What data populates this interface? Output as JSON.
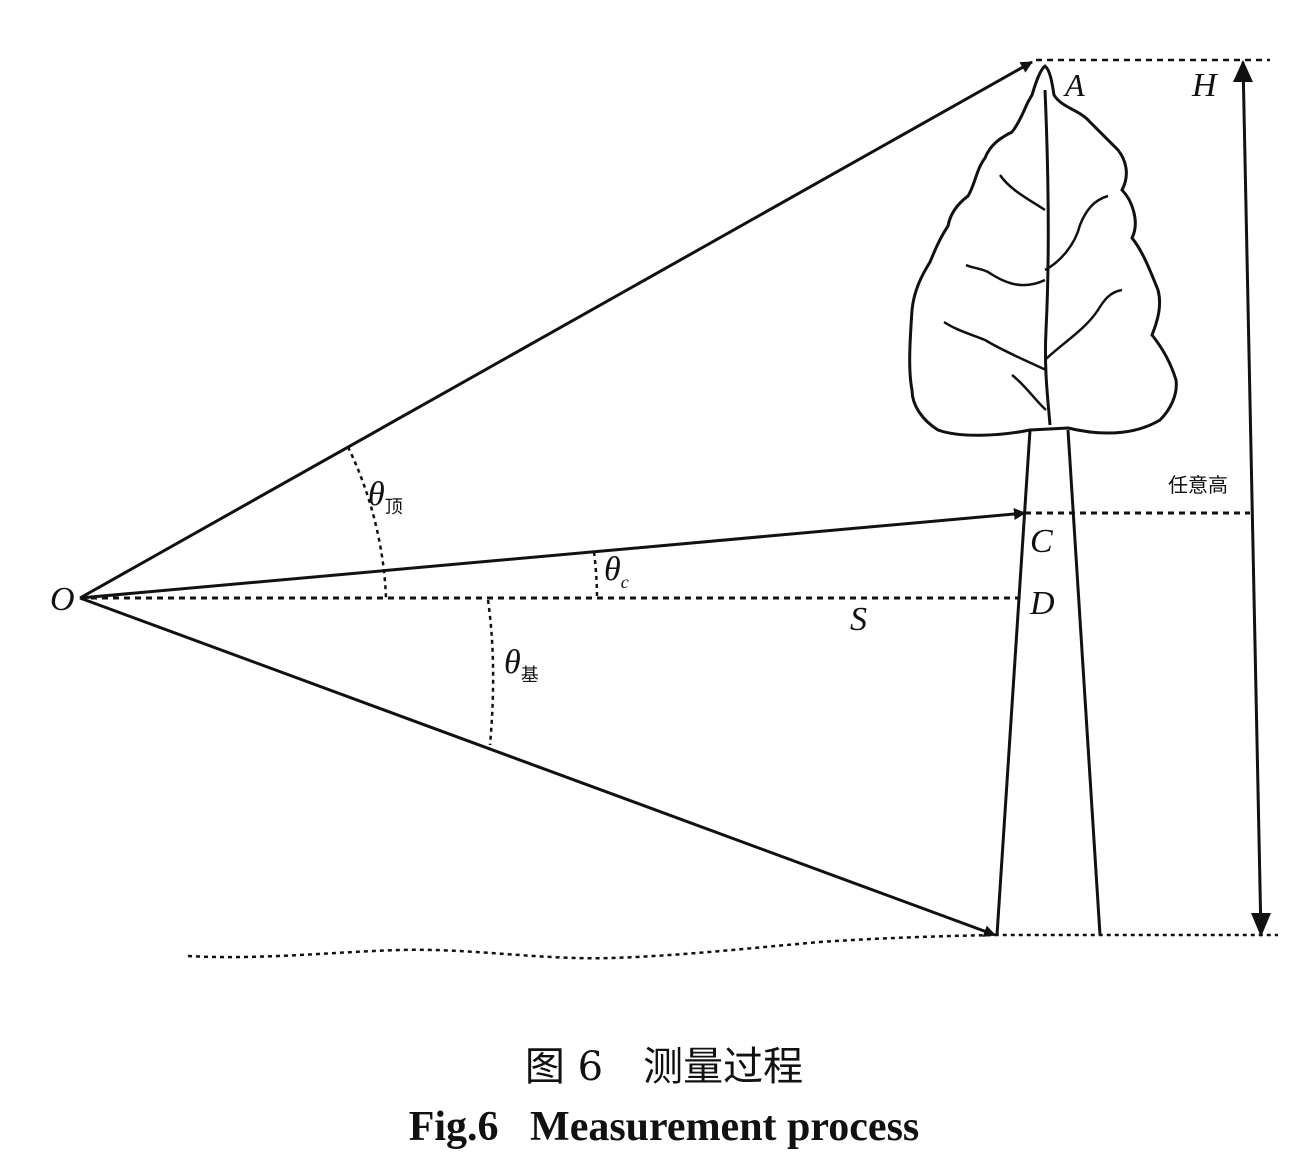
{
  "labels": {
    "O": "O",
    "A": "A",
    "H": "H",
    "C": "C",
    "D": "D",
    "S": "S",
    "theta": "θ",
    "sub_top": "顶",
    "sub_c": "c",
    "sub_base": "基",
    "arbitrary_height": "任意高"
  },
  "caption": {
    "zh": "图 6　测量过程",
    "en": "Fig.6   Measurement process"
  }
}
